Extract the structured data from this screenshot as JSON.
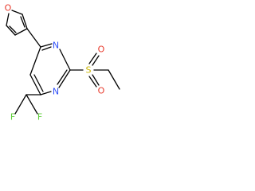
{
  "molecule": {
    "atoms": {
      "O_furan": {
        "label": "O",
        "color": "#e8392b"
      },
      "N_top": {
        "label": "N",
        "color": "#3050f8"
      },
      "N_bottom": {
        "label": "N",
        "color": "#3050f8"
      },
      "S": {
        "label": "S",
        "color": "#c8b400"
      },
      "O_sulfonyl_up": {
        "label": "O",
        "color": "#e8392b"
      },
      "O_sulfonyl_down": {
        "label": "O",
        "color": "#e8392b"
      },
      "F_left": {
        "label": "F",
        "color": "#5fcf3a"
      },
      "F_right": {
        "label": "F",
        "color": "#5fcf3a"
      }
    }
  }
}
